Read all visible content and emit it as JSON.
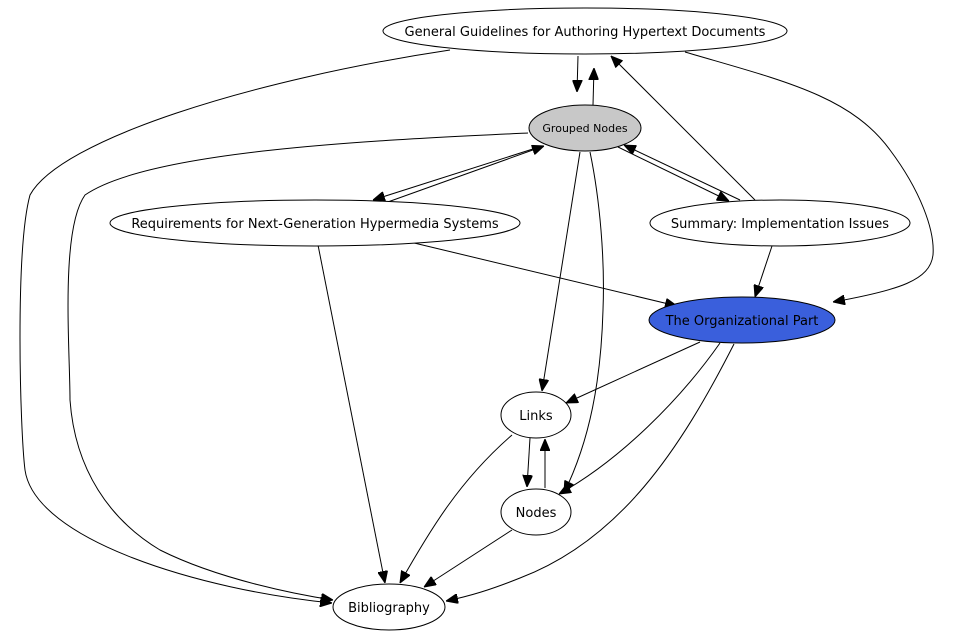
{
  "nodes": {
    "guidelines": {
      "label": "General Guidelines for Authoring Hypertext Documents",
      "fill": "#ffffff"
    },
    "grouped": {
      "label": "Grouped Nodes",
      "fill": "#c8c8c8"
    },
    "requirements": {
      "label": "Requirements for Next-Generation Hypermedia Systems",
      "fill": "#ffffff"
    },
    "summary": {
      "label": "Summary: Implementation Issues",
      "fill": "#ffffff"
    },
    "organizational": {
      "label": "The Organizational Part",
      "fill": "#3a5fdc"
    },
    "links": {
      "label": "Links",
      "fill": "#ffffff"
    },
    "nodes": {
      "label": "Nodes",
      "fill": "#ffffff"
    },
    "bibliography": {
      "label": "Bibliography",
      "fill": "#ffffff"
    }
  },
  "edges": [
    {
      "from": "guidelines",
      "to": "grouped"
    },
    {
      "from": "grouped",
      "to": "guidelines"
    },
    {
      "from": "guidelines",
      "to": "bibliography"
    },
    {
      "from": "guidelines",
      "to": "organizational"
    },
    {
      "from": "grouped",
      "to": "requirements"
    },
    {
      "from": "requirements",
      "to": "grouped"
    },
    {
      "from": "grouped",
      "to": "summary"
    },
    {
      "from": "summary",
      "to": "grouped"
    },
    {
      "from": "grouped",
      "to": "links"
    },
    {
      "from": "grouped",
      "to": "nodes"
    },
    {
      "from": "grouped",
      "to": "bibliography"
    },
    {
      "from": "summary",
      "to": "guidelines"
    },
    {
      "from": "summary",
      "to": "organizational"
    },
    {
      "from": "requirements",
      "to": "organizational"
    },
    {
      "from": "requirements",
      "to": "bibliography"
    },
    {
      "from": "organizational",
      "to": "links"
    },
    {
      "from": "organizational",
      "to": "nodes"
    },
    {
      "from": "organizational",
      "to": "bibliography"
    },
    {
      "from": "links",
      "to": "nodes"
    },
    {
      "from": "nodes",
      "to": "links"
    },
    {
      "from": "links",
      "to": "bibliography"
    },
    {
      "from": "nodes",
      "to": "bibliography"
    }
  ]
}
